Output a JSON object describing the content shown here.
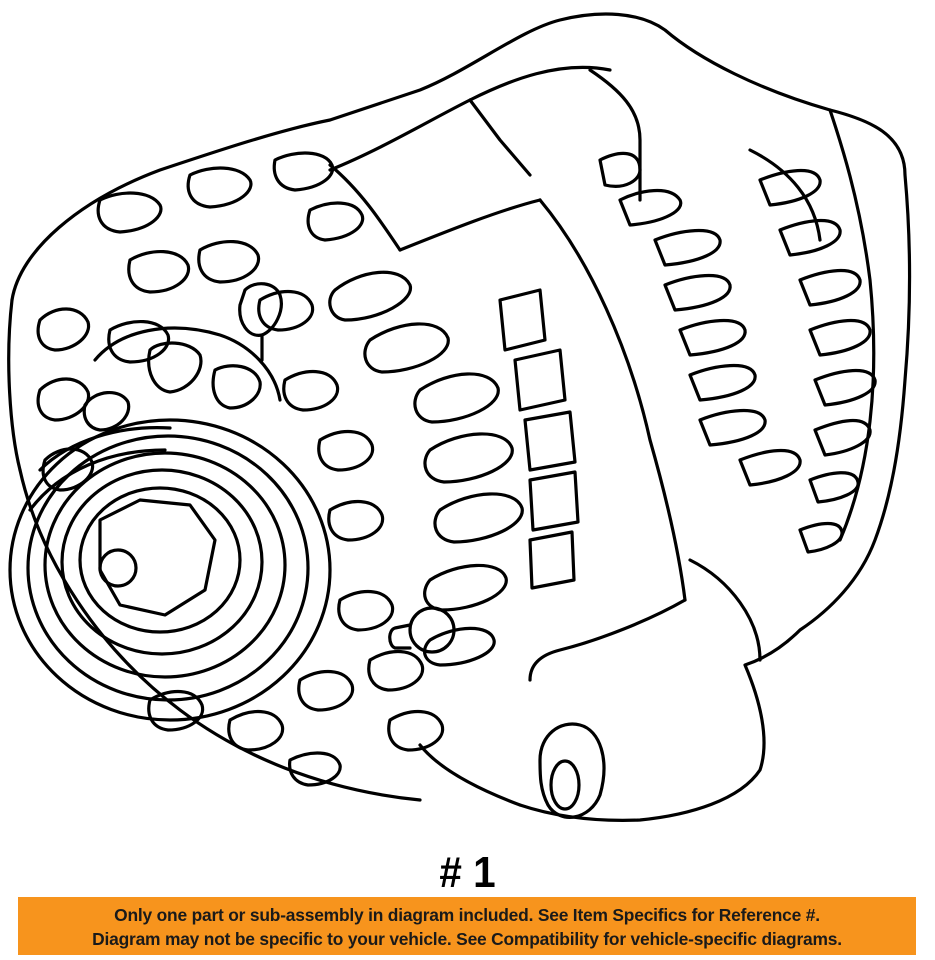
{
  "diagram": {
    "subject": "alternator",
    "reference_number": "# 1"
  },
  "notice": {
    "line1": "Only one part or sub-assembly in diagram included. See Item Specifics for Reference #.",
    "line2": "Diagram may not be specific to your vehicle. See Compatibility for vehicle-specific diagrams.",
    "background_color": "#f7941d",
    "text_color": "#1a1a1a"
  }
}
